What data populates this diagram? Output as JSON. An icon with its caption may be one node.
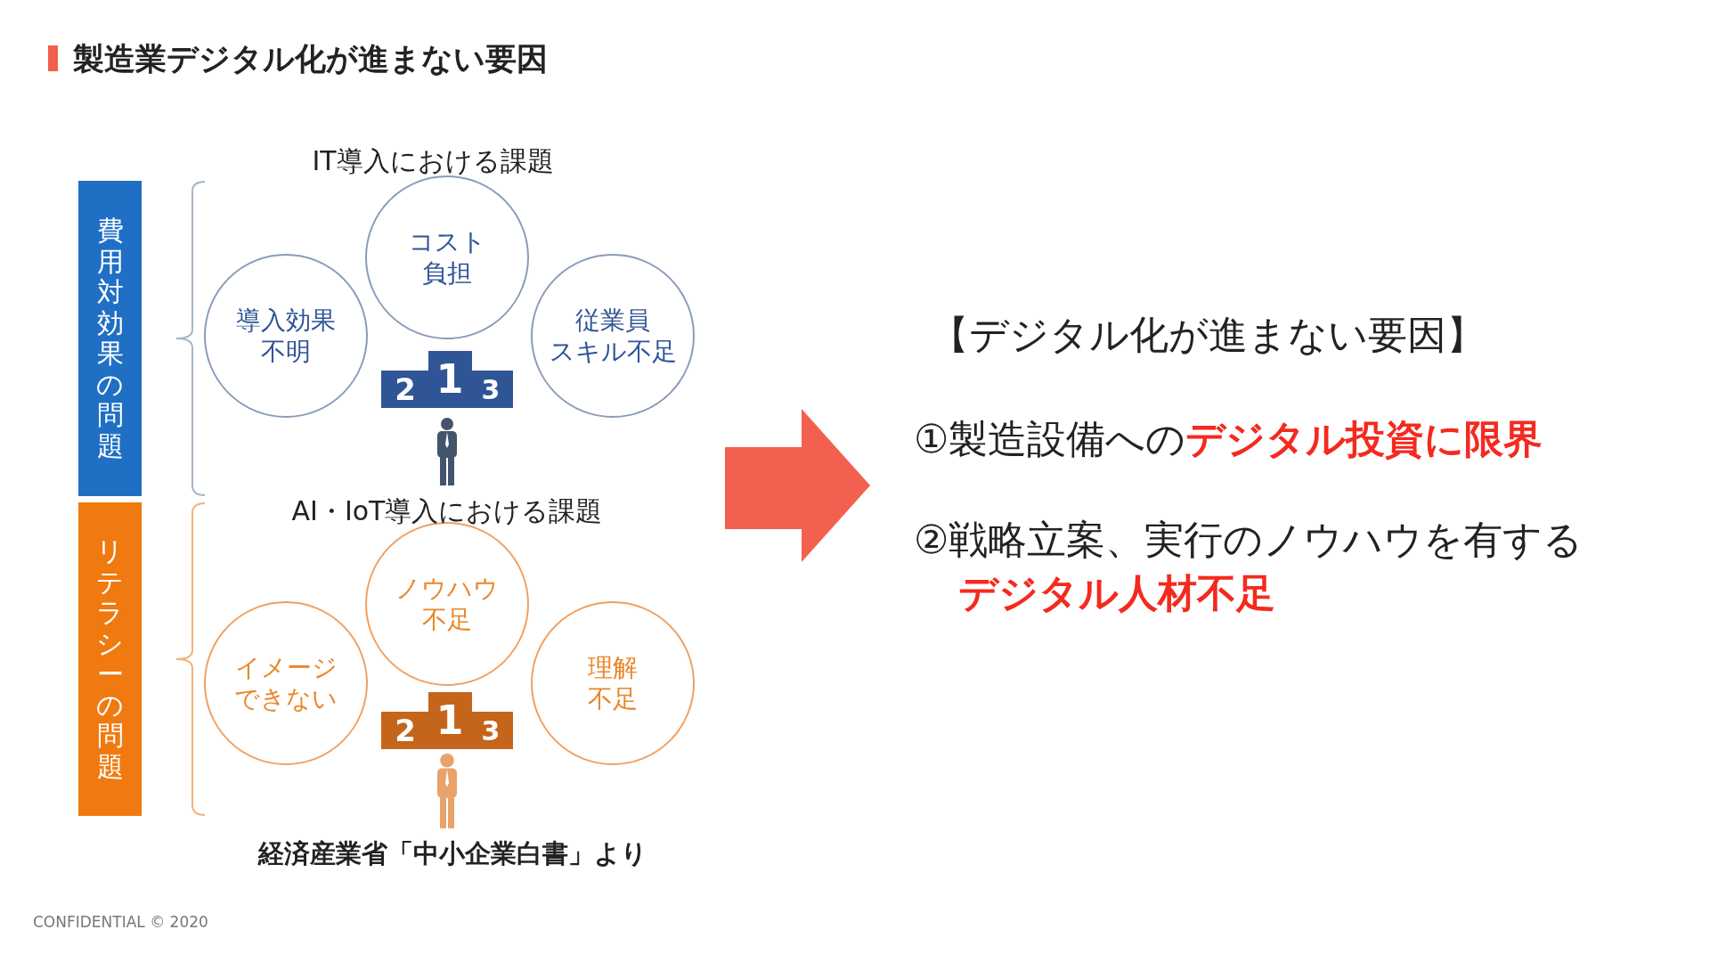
{
  "diagram": {
    "title": "製造業デジタル化が進まない要因",
    "nodes": [
      {
        "text": [
          "費用対効果の問題"
        ]
      },
      {
        "text": [
          "リテラシーの問題"
        ]
      },
      {
        "text": [
          "コスト負担"
        ]
      },
      {
        "text": [
          "導入効果不明"
        ]
      },
      {
        "text": [
          "従業員スキル不足"
        ]
      },
      {
        "text": [
          "ノウハウ不足"
        ]
      },
      {
        "text": [
          "イメージできない"
        ]
      },
      {
        "text": [
          "理解不足"
        ]
      }
    ],
    "labels": [
      "IT導入における課題",
      "2",
      "1",
      "3",
      "AI・IoT導入における課題",
      "2",
      "1",
      "3",
      "経済産業省「中小企業白書」より",
      "【デジタル化が進まない要因】",
      "①製造設備への**デジタル投資に限界**",
      "②戦略立案、実行のノウハウを有する**デジタル人材不足**",
      "CONFIDENTIAL © 2020"
    ]
  }
}
